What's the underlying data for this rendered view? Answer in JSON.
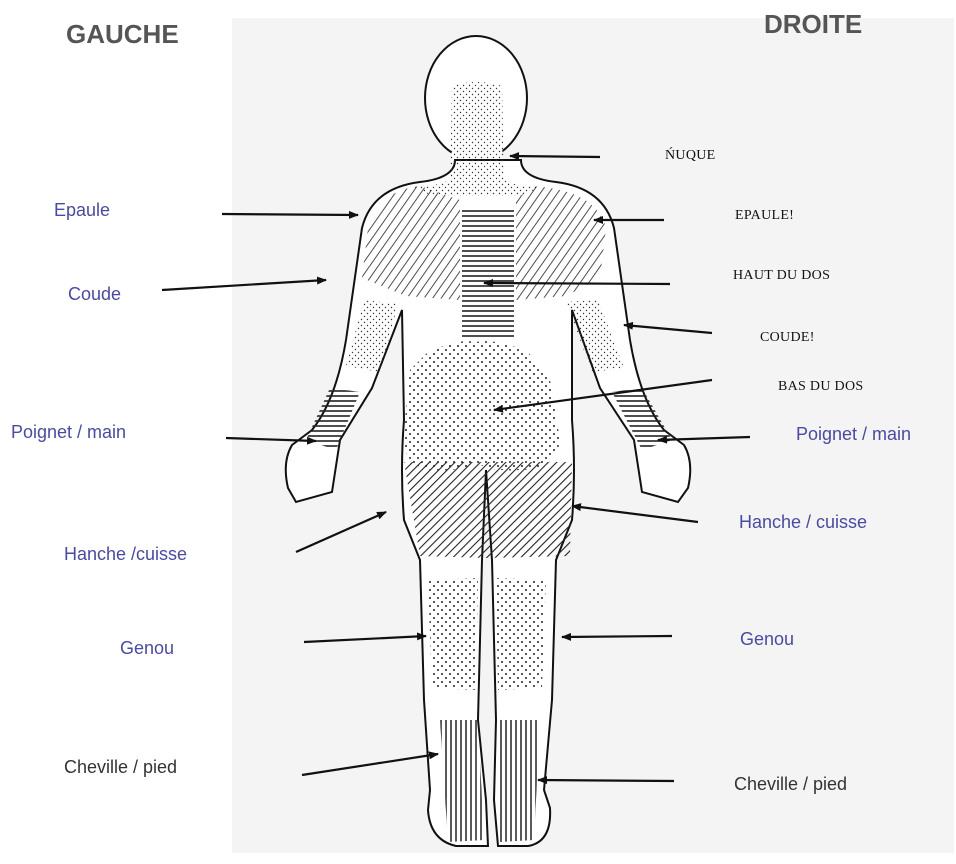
{
  "headers": {
    "left": "GAUCHE",
    "right": "DROITE"
  },
  "left_labels": [
    {
      "id": "epaule",
      "text": "Epaule"
    },
    {
      "id": "coude",
      "text": "Coude"
    },
    {
      "id": "poignet",
      "text": "Poignet / main"
    },
    {
      "id": "hanche",
      "text": "Hanche /cuisse"
    },
    {
      "id": "genou",
      "text": "Genou"
    },
    {
      "id": "cheville",
      "text": "Cheville / pied"
    }
  ],
  "right_blue_labels": [
    {
      "id": "poignet",
      "text": "Poignet / main"
    },
    {
      "id": "hanche",
      "text": "Hanche / cuisse"
    },
    {
      "id": "genou",
      "text": "Genou"
    },
    {
      "id": "cheville",
      "text": "Cheville / pied"
    }
  ],
  "right_print_labels": [
    {
      "id": "nuque",
      "text": "ŃUQUE"
    },
    {
      "id": "epaules",
      "text": "EPAULE!"
    },
    {
      "id": "haut_dos",
      "text": "HAUT DU DOS"
    },
    {
      "id": "coudes",
      "text": "COUDE!"
    },
    {
      "id": "bas_dos",
      "text": "BAS DU DOS"
    }
  ],
  "colors": {
    "header": "#555555",
    "blue_label": "#4a4aa0",
    "dark_label": "#333333",
    "ink": "#111111"
  }
}
